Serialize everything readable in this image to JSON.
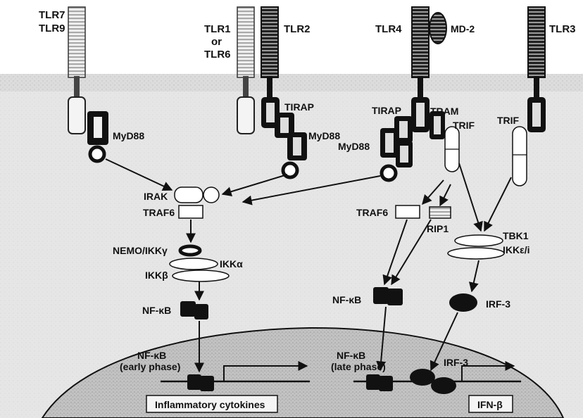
{
  "receptors": {
    "tlr79_line1": "TLR7",
    "tlr79_line2": "TLR9",
    "tlr16_line1": "TLR1",
    "tlr16_line2": "or",
    "tlr16_line3": "TLR6",
    "tlr2": "TLR2",
    "tlr4": "TLR4",
    "md2": "MD-2",
    "tlr3": "TLR3"
  },
  "adaptors": {
    "myd88_a": "MyD88",
    "tirap_a": "TIRAP",
    "myd88_b": "MyD88",
    "tirap_b": "TIRAP",
    "tram": "TRAM",
    "trif_a": "TRIF",
    "myd88_c": "MyD88",
    "trif_b": "TRIF"
  },
  "signaling": {
    "irak": "IRAK",
    "traf6_a": "TRAF6",
    "nemo": "NEMO/IKKγ",
    "ikka": "IKKα",
    "ikkb": "IKKβ",
    "nfkb_a": "NF-κB",
    "traf6_b": "TRAF6",
    "rip1": "RIP1",
    "tbk1": "TBK1",
    "ikke": "IKKε/i",
    "nfkb_b": "NF-κB",
    "irf3": "IRF-3"
  },
  "nucleus": {
    "nfkb_early_1": "NF-κB",
    "nfkb_early_2": "(early phase)",
    "nfkb_late_1": "NF-κB",
    "nfkb_late_2": "(late phase)",
    "irf3_n": "IRF-3",
    "output_left": "Inflammatory cytokines",
    "output_right": "IFN-β"
  },
  "colors": {
    "membrane": "#d9d9d9",
    "nucleus": "#c9c9c9",
    "dark": "#1a1a1a",
    "stripe": "#bdbdbd"
  }
}
